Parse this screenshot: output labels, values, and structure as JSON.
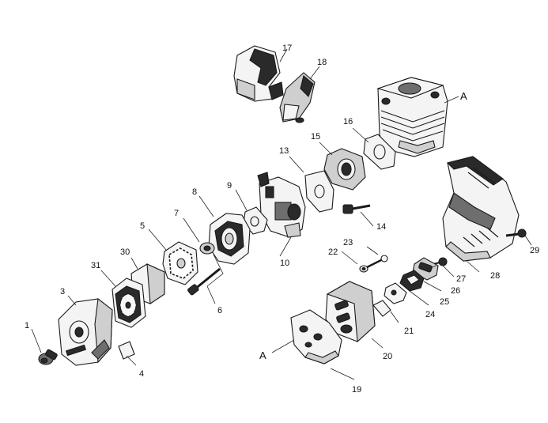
{
  "callouts": {
    "p1": "1",
    "p3": "3",
    "p4": "4",
    "p5": "5",
    "p6": "6",
    "p7": "7",
    "p8": "8",
    "p9": "9",
    "p10": "10",
    "p13": "13",
    "p14": "14",
    "p15": "15",
    "p16": "16",
    "p17": "17",
    "p18": "18",
    "p19": "19",
    "p20": "20",
    "p21": "21",
    "p22": "22",
    "p23": "23",
    "p24": "24",
    "p25": "25",
    "p26": "26",
    "p27": "27",
    "p28": "28",
    "p29": "29",
    "p30": "30",
    "p31": "31",
    "ref_a_cylinder": "A",
    "ref_a_bracket": "A"
  },
  "icons": {
    "p1": "knob-icon",
    "p3": "air-cleaner-cover-icon",
    "p4": "label-plate-icon",
    "p5": "element-frame-icon",
    "p6": "bolt-icon",
    "p7": "collar-icon",
    "p8": "air-cleaner-case-icon",
    "p9": "gasket-icon",
    "p10": "carburetor-icon",
    "p13": "gasket-icon",
    "p14": "bolt-icon",
    "p15": "insulator-icon",
    "p16": "gasket-icon",
    "p17": "fuel-tank-bracket-icon",
    "p18": "cover-piece-icon",
    "p19": "muffler-bracket-icon",
    "p20": "muffler-icon",
    "p21": "gasket-icon",
    "p22": "washer-icon",
    "p23": "bolt-icon",
    "p24": "plate-icon",
    "p25": "spark-arrester-icon",
    "p26": "muffler-cover-icon",
    "p27": "screw-icon",
    "p28": "engine-cover-icon",
    "p29": "bolt-icon",
    "p30": "filter-element-icon",
    "p31": "filter-grid-icon",
    "cylinder": "cylinder-icon"
  }
}
